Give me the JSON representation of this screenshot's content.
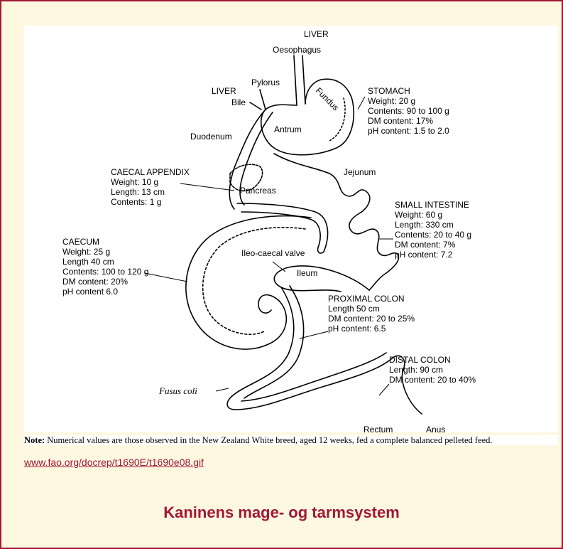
{
  "diagram": {
    "labels": {
      "liver_top": "LIVER",
      "oesophagus": "Oesophagus",
      "pylorus": "Pylorus",
      "liver_left": "LIVER",
      "bile": "Bile",
      "fundus": "Fundus",
      "antrum": "Antrum",
      "duodenum": "Duodenum",
      "jejunum": "Jejunum",
      "pancreas": "Pancreas",
      "ileo_caecal_valve": "Ileo-caecal valve",
      "ileum": "Ileum",
      "fusus_coli": "Fusus coli",
      "rectum": "Rectum",
      "anus": "Anus"
    },
    "stomach": [
      "STOMACH",
      "Weight: 20 g",
      "Contents: 90 to 100 g",
      "DM content: 17%",
      "pH content: 1.5 to 2.0"
    ],
    "caecal_appendix": [
      "CAECAL APPENDIX",
      "Weight: 10 g",
      "Length: 13 cm",
      "Contents: 1 g"
    ],
    "small_intestine": [
      "SMALL INTESTINE",
      "Weight: 60 g",
      "Length: 330 cm",
      "Contents: 20 to 40 g",
      "DM content: 7%",
      "pH content: 7.2"
    ],
    "caecum": [
      "CAECUM",
      "Weight: 25 g",
      "Length 40 cm",
      "Contents: 100 to 120 g",
      "DM content: 20%",
      "pH content 6.0"
    ],
    "proximal_colon": [
      "PROXIMAL COLON",
      "Length 50 cm",
      "DM content: 20 to 25%",
      "pH content: 6.5"
    ],
    "distal_colon": [
      "DISTAL COLON",
      "Length: 90 cm",
      "DM content: 20 to 40%"
    ]
  },
  "note": {
    "prefix": "Note:",
    "text": " Numerical values are those observed in the New Zealand White breed, aged 12 weeks, fed a complete balanced pelleted feed."
  },
  "source_link": "www.fao.org/docrep/t1690E/t1690e08.gif",
  "caption": "Kaninens mage- og tarmsystem",
  "colors": {
    "accent": "#a01836",
    "background": "#fff8e1",
    "diagram_bg": "#ffffff"
  }
}
